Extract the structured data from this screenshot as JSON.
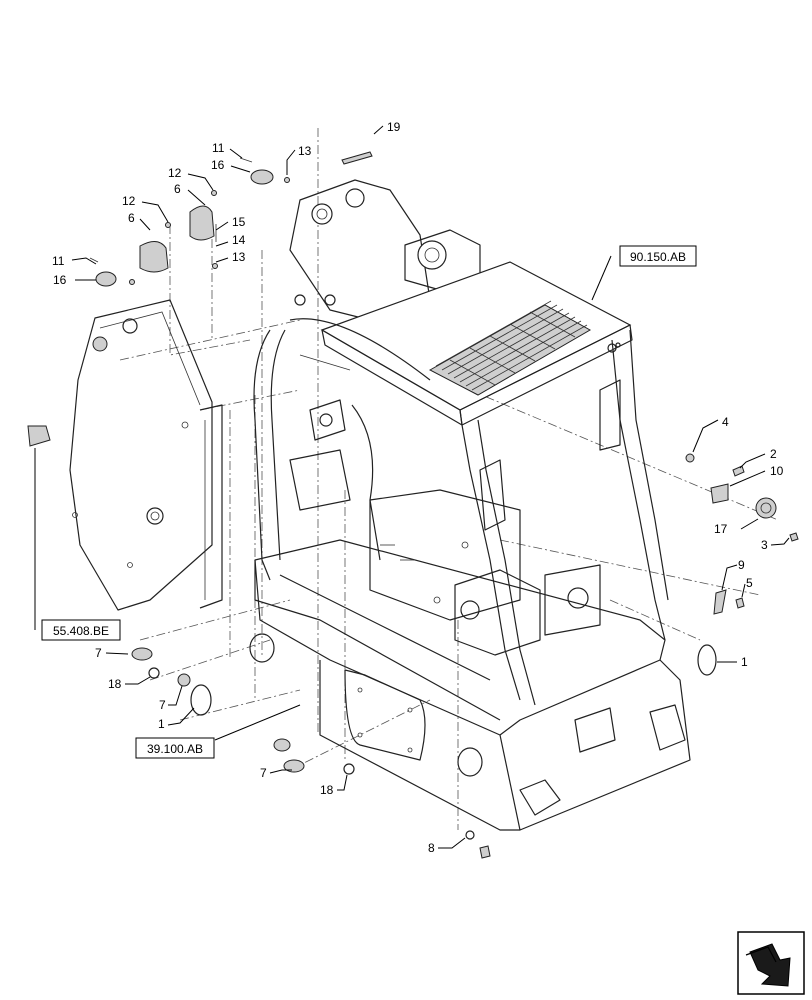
{
  "callouts": [
    "19",
    "11",
    "16",
    "13",
    "12",
    "6",
    "12",
    "6",
    "15",
    "14",
    "13",
    "11",
    "16",
    "4",
    "2",
    "10",
    "17",
    "3",
    "9",
    "5",
    "1",
    "7",
    "18",
    "7",
    "1",
    "7",
    "18",
    "8"
  ],
  "references": [
    "90.150.AB",
    "55.408.BE",
    "39.100.AB"
  ]
}
